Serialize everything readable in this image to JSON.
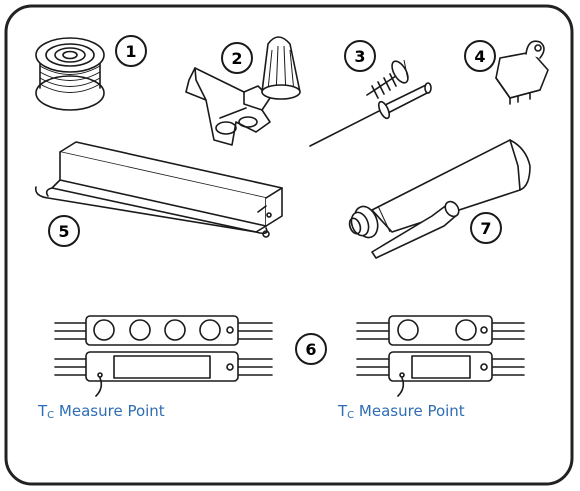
{
  "badges": {
    "b1": "1",
    "b2": "2",
    "b3": "3",
    "b4": "4",
    "b5": "5",
    "b6": "6",
    "b7": "7"
  },
  "tc_label": {
    "main": "T",
    "sub": "C",
    "text": " Measure Point"
  },
  "colors": {
    "line": "#1a1a1a",
    "label": "#2e6db4",
    "frame_stroke": "#222222"
  }
}
